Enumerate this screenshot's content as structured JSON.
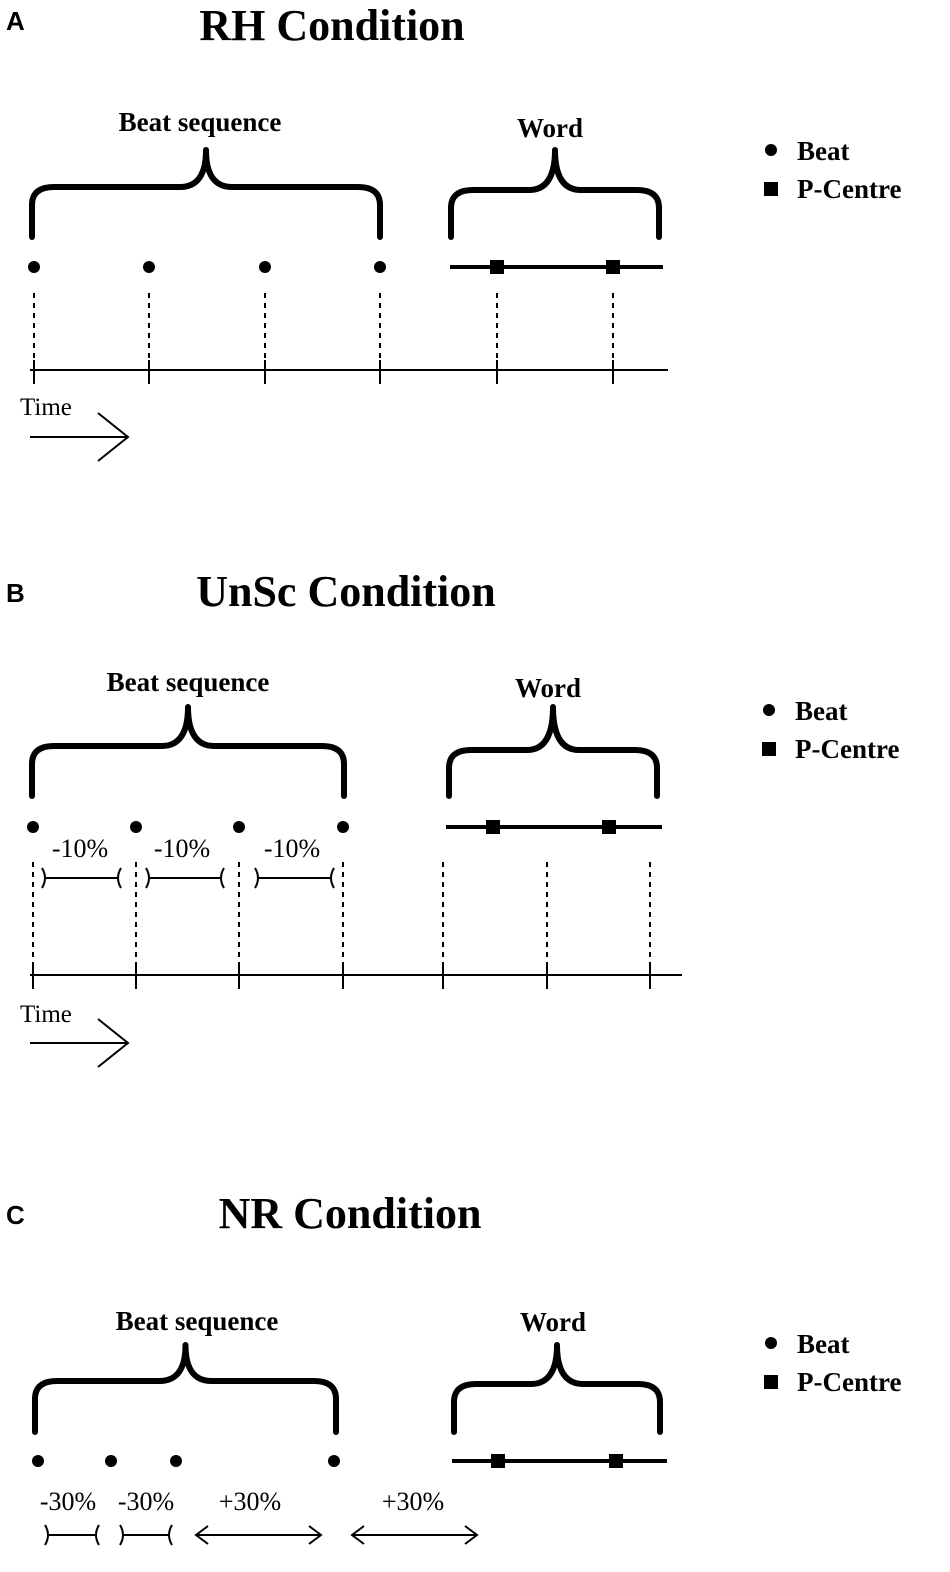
{
  "panels": [
    {
      "letter": "A",
      "title": "RH Condition",
      "beat_label": "Beat sequence",
      "word_label": "Word",
      "legend": {
        "beat": "Beat",
        "pcentre": "P-Centre"
      },
      "time_label": "Time",
      "intervals": []
    },
    {
      "letter": "B",
      "title": "UnSc Condition",
      "beat_label": "Beat sequence",
      "word_label": "Word",
      "legend": {
        "beat": "Beat",
        "pcentre": "P-Centre"
      },
      "time_label": "Time",
      "intervals": [
        {
          "label": "-10%",
          "kind": "shrink"
        },
        {
          "label": "-10%",
          "kind": "shrink"
        },
        {
          "label": "-10%",
          "kind": "shrink"
        }
      ]
    },
    {
      "letter": "C",
      "title": "NR Condition",
      "beat_label": "Beat sequence",
      "word_label": "Word",
      "legend": {
        "beat": "Beat",
        "pcentre": "P-Centre"
      },
      "time_label": "",
      "intervals": [
        {
          "label": "-30%",
          "kind": "shrink"
        },
        {
          "label": "-30%",
          "kind": "shrink"
        },
        {
          "label": "+30%",
          "kind": "expand"
        },
        {
          "label": "+30%",
          "kind": "expand"
        }
      ]
    }
  ]
}
